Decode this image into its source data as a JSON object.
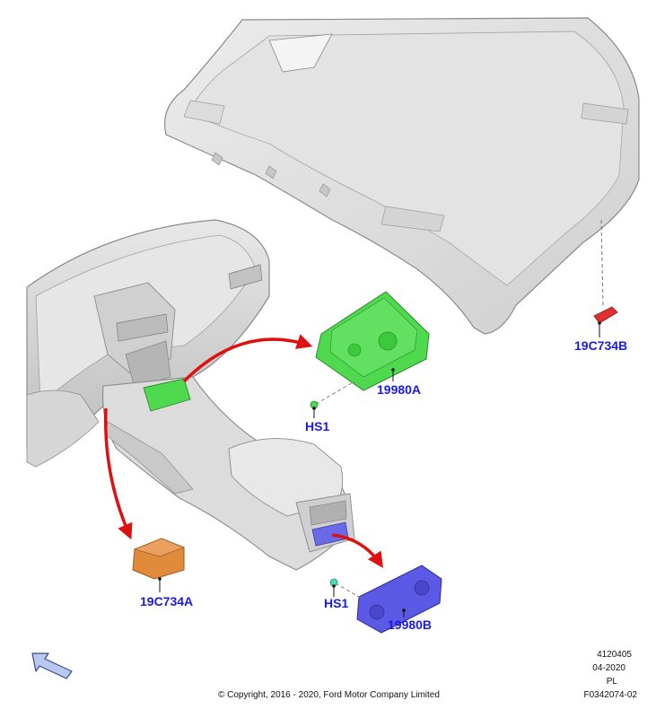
{
  "callouts": {
    "headliner_lamp": "19C734B",
    "front_control": "19980A",
    "front_screw": "HS1",
    "left_module": "19C734A",
    "rear_screw": "HS1",
    "rear_control": "19980B"
  },
  "footer": {
    "copyright": "© Copyright, 2016 - 2020, Ford Motor Company Limited",
    "doc_number": "4120405",
    "date": "04-2020",
    "region": "PL",
    "figure_id": "F0342074-02"
  },
  "colors": {
    "green_part": "#4fd94f",
    "orange_part": "#e08a3c",
    "blue_part": "#5a5ae6",
    "red_part": "#e03030",
    "arrow_red": "#e01010",
    "callout_blue": "#1a1ae6",
    "body_gray": "#d9d9d9",
    "outline_gray": "#8a8a8a",
    "direction_arrow_fill": "#b8c8f0"
  },
  "icons": {
    "direction": "front-direction-arrow-icon"
  }
}
